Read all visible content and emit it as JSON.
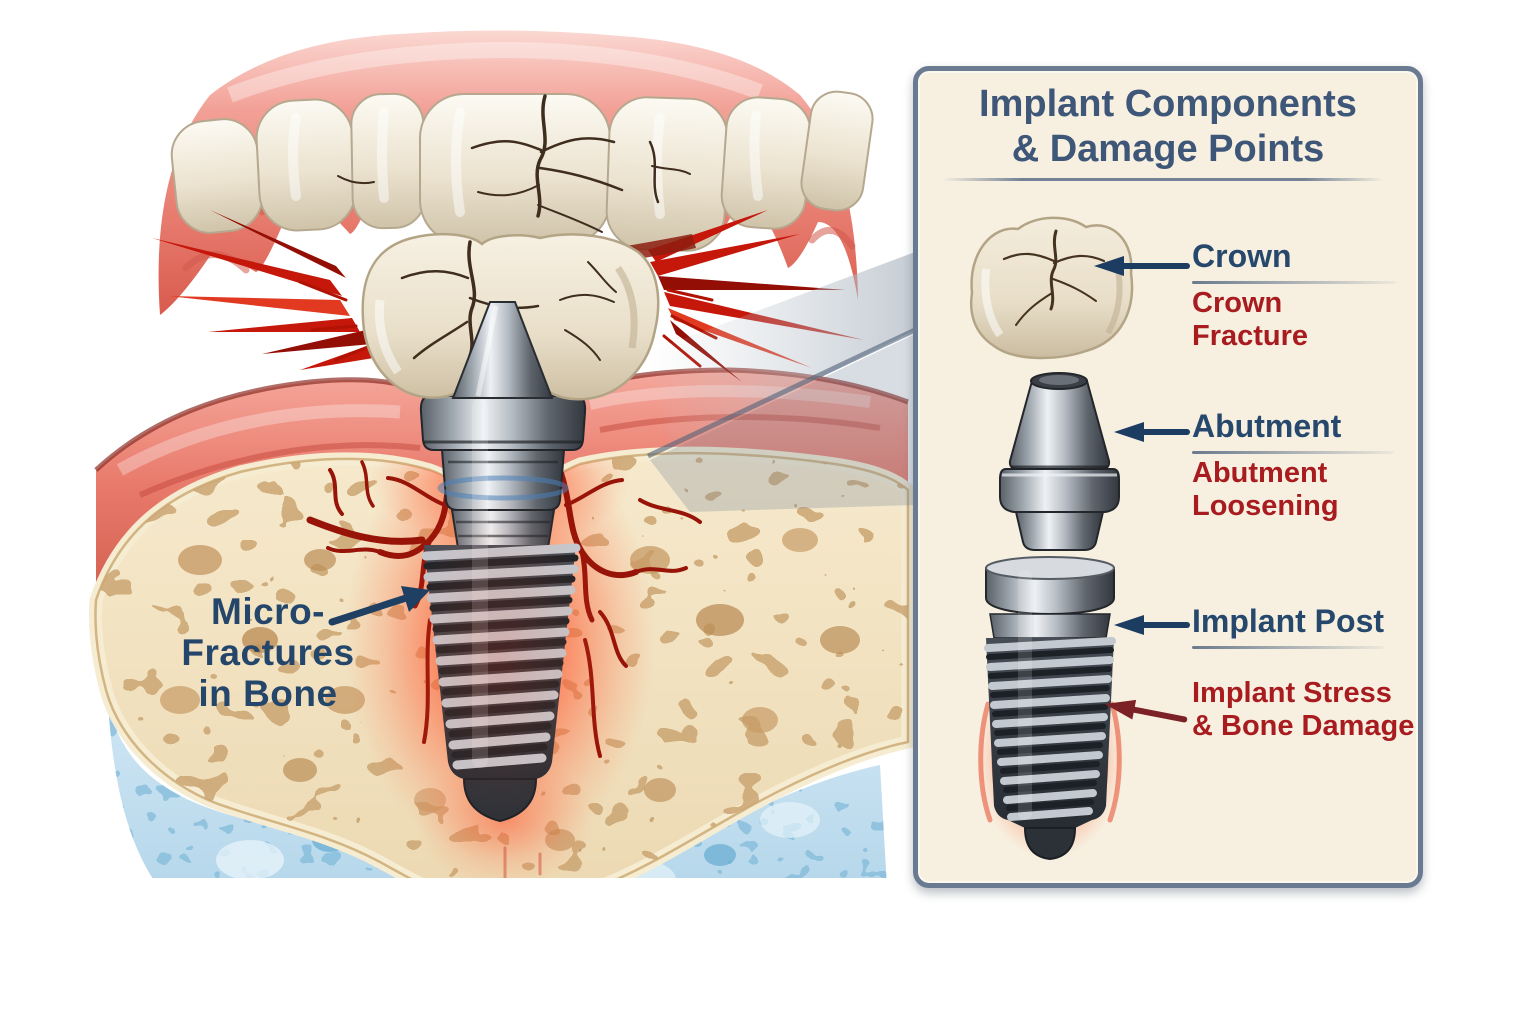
{
  "illustration": {
    "micro_fractures_label": "Micro-\nFractures\nin Bone"
  },
  "panel": {
    "title": "Implant Components\n& Damage Points",
    "items": [
      {
        "label": "Crown",
        "damage": "Crown Fracture"
      },
      {
        "label": "Abutment",
        "damage": "Abutment\nLoosening"
      },
      {
        "label": "Implant Post",
        "damage": "Implant Stress\n& Bone Damage"
      }
    ]
  },
  "colors": {
    "title_navy": "#3e5677",
    "label_navy": "#27486d",
    "damage_red": "#a81c20",
    "arrow_navy": "#1c3c61",
    "arrow_dark_red": "#7c2125",
    "panel_background": "#f7f0e0",
    "panel_border": "#6a7a90",
    "impact_red": "#c5170a",
    "inflammation_glow": "#ff3c17",
    "gum_pink": "#e87f72",
    "bone_beige": "#ecd9b2",
    "lower_layer_blue": "#a8cfe6",
    "implant_metal": "#5f656d"
  }
}
